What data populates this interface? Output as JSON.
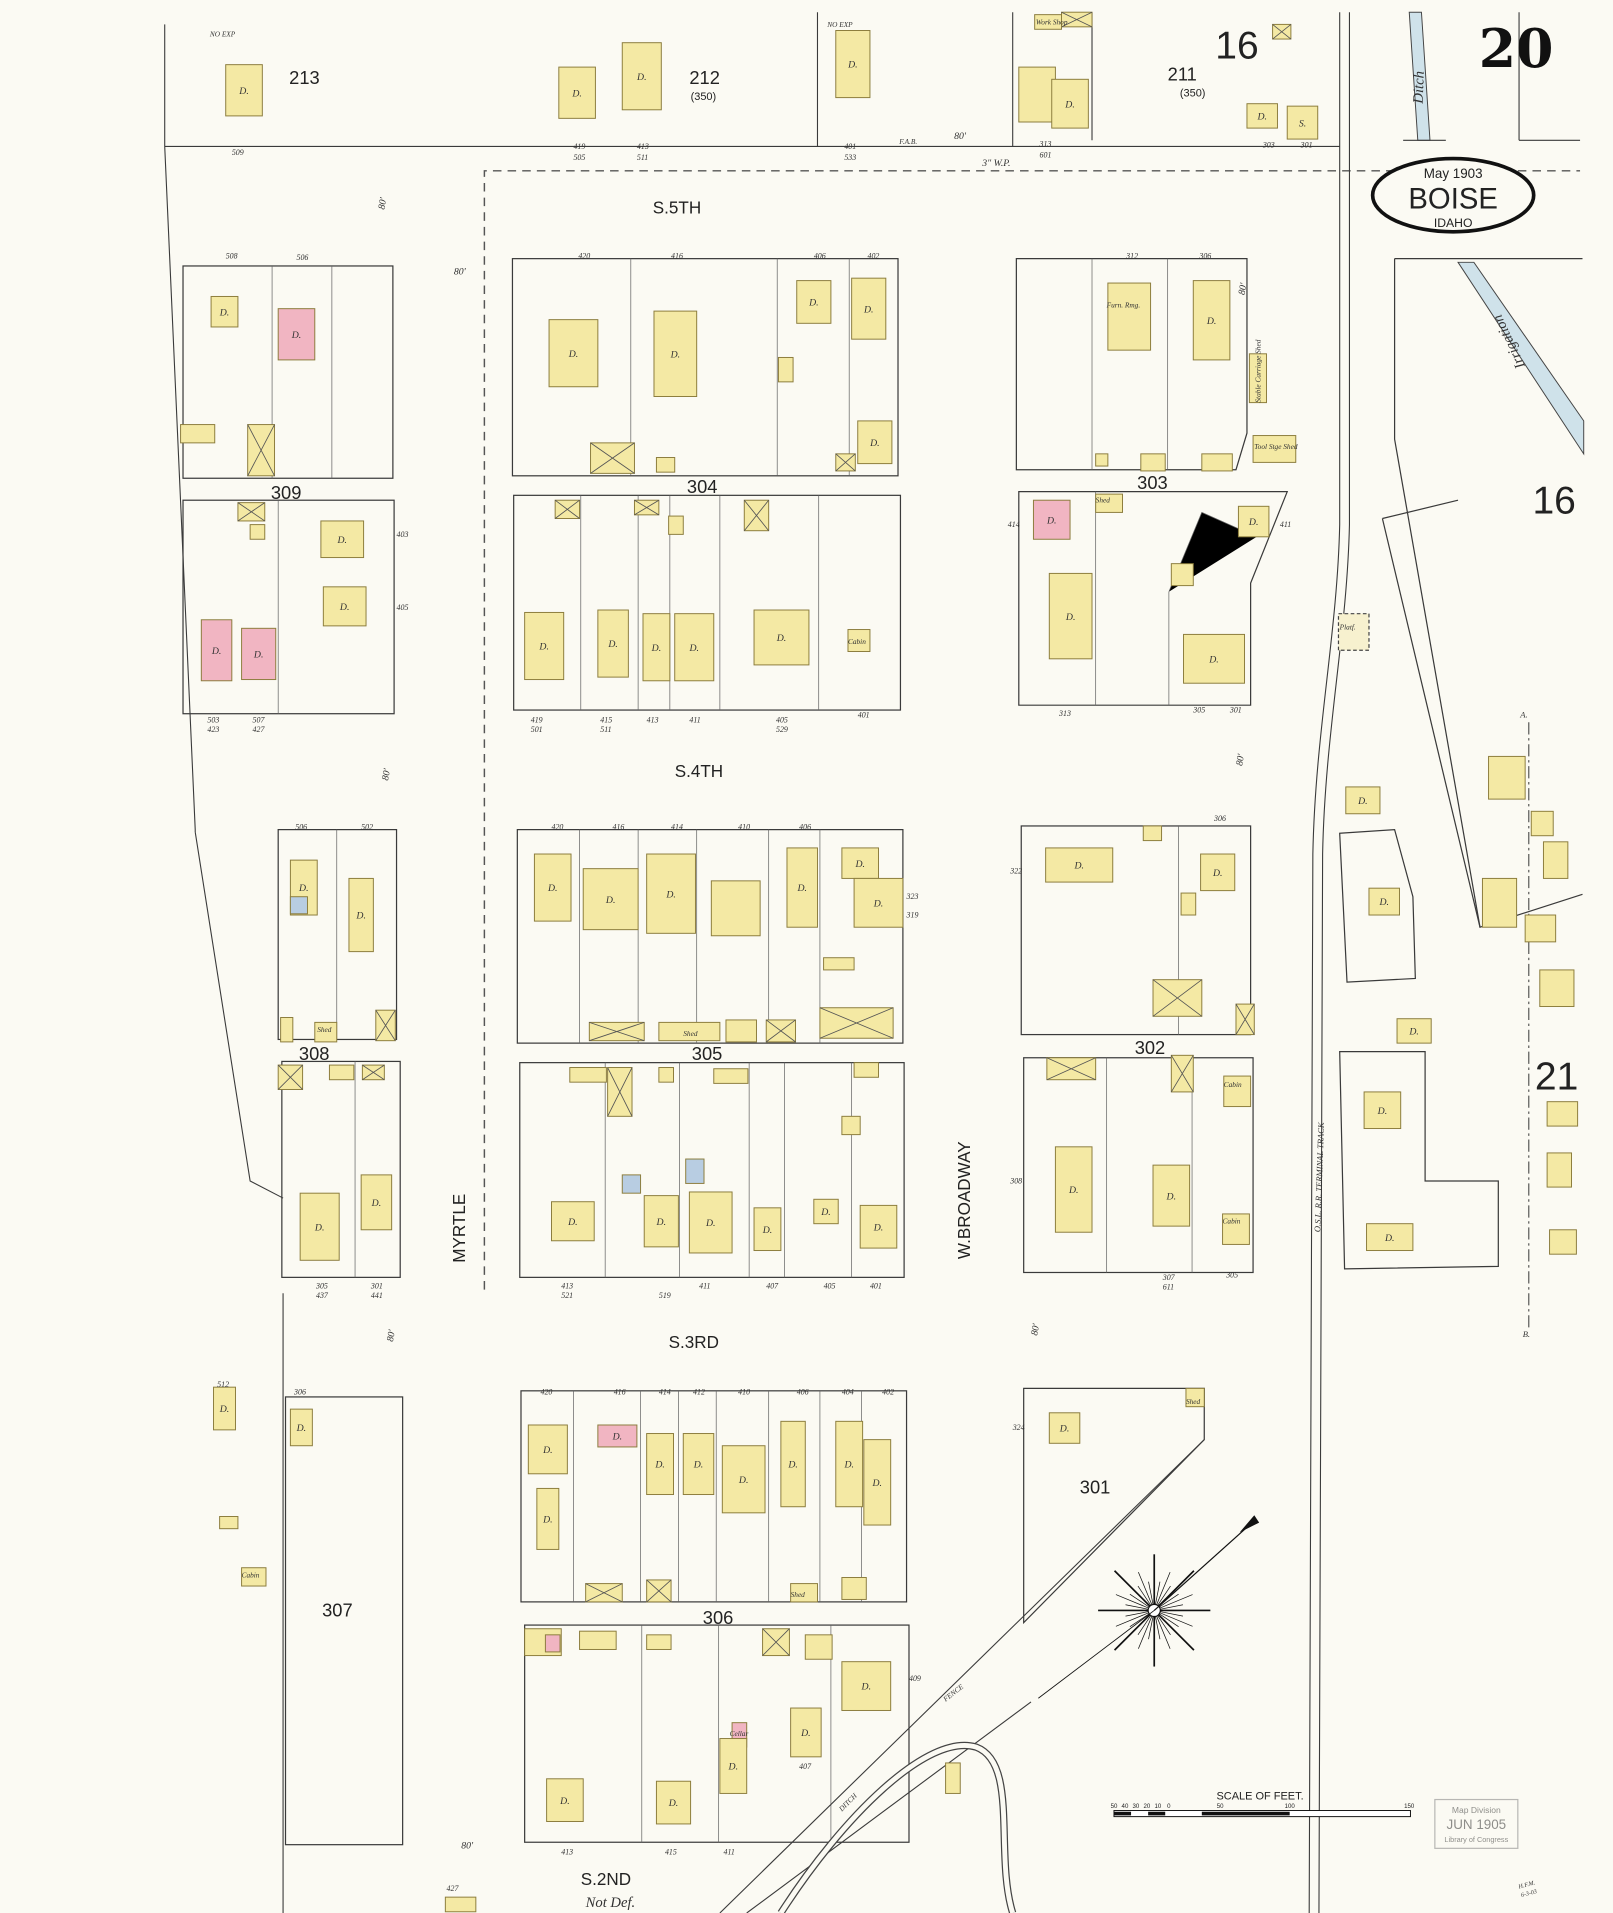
{
  "sheet": {
    "number": "20",
    "adjoining_sheets": [
      "16",
      "16",
      "21"
    ],
    "title_cartouche": {
      "date": "May 1903",
      "city": "BOISE",
      "state": "IDAHO"
    },
    "initials": "H.F.M.",
    "initials_date": "6-3-03"
  },
  "streets": {
    "s5": "S.5TH",
    "s4": "S.4TH",
    "s3": "S.3RD",
    "s2": "S.2ND",
    "s2_note": "Not Def.",
    "myrtle": "MYRTLE",
    "broadway": "W.BROADWAY"
  },
  "blocks": {
    "b213": "213",
    "b212": "212",
    "b212_old": "(350)",
    "b211": "211",
    "b211_old": "(350)",
    "b309": "309",
    "b304": "304",
    "b303": "303",
    "b308": "308",
    "b305": "305",
    "b302": "302",
    "b307": "307",
    "b306": "306",
    "b301": "301"
  },
  "features": {
    "ditch": "Ditch",
    "irrigation": "Irrigation",
    "railroad": "O.S.L. R.R. TERMINAL TRACK",
    "fence": "FENCE",
    "creek": "DITCH",
    "water_pipe": "3\" W.P.",
    "fab": "F.A.B.",
    "no_exp": "NO EXP",
    "platform": "Platf.",
    "section_a": "A.",
    "section_b": "B.",
    "street_width": "80'"
  },
  "labels": {
    "dwelling": "D.",
    "store": "S.",
    "shed": "Shed",
    "cabin": "Cabin",
    "work_shop": "Work Shop",
    "furn_rmg": "Furn. Rmg.",
    "tool_shed": "Tool Stge Shed",
    "stable": "Stable Carriage Shed",
    "cellar": "Cellar"
  },
  "address_numbers": [
    "509",
    "419",
    "505",
    "413",
    "511",
    "401",
    "533",
    "313",
    "601",
    "303",
    "301",
    "508",
    "506",
    "503",
    "423",
    "507",
    "427",
    "403",
    "405",
    "420",
    "416",
    "406",
    "402",
    "419",
    "501",
    "415",
    "511",
    "413",
    "411",
    "405",
    "529",
    "401",
    "312",
    "306",
    "313",
    "305",
    "301",
    "414",
    "411",
    "506",
    "502",
    "305",
    "437",
    "301",
    "441",
    "420",
    "416",
    "414",
    "410",
    "406",
    "323",
    "319",
    "413",
    "521",
    "519",
    "411",
    "407",
    "405",
    "401",
    "306",
    "322",
    "308",
    "307",
    "611",
    "305",
    "420",
    "416",
    "414",
    "412",
    "410",
    "406",
    "404",
    "402",
    "413",
    "415",
    "411",
    "407",
    "409",
    "324",
    "512",
    "306",
    "427"
  ],
  "scale": {
    "title": "SCALE OF FEET.",
    "ticks": [
      "50",
      "40",
      "30",
      "20",
      "10",
      "0",
      "50",
      "100",
      "150"
    ]
  },
  "stamp": {
    "line1": "Map Division",
    "line2": "JUN 1905",
    "line3": "Library of Congress"
  },
  "colors": {
    "frame_dwelling": "#f4e9a4",
    "brick": "#f1b5c2",
    "stone_iron": "#b8cde2",
    "water": "#cfe2ea"
  }
}
